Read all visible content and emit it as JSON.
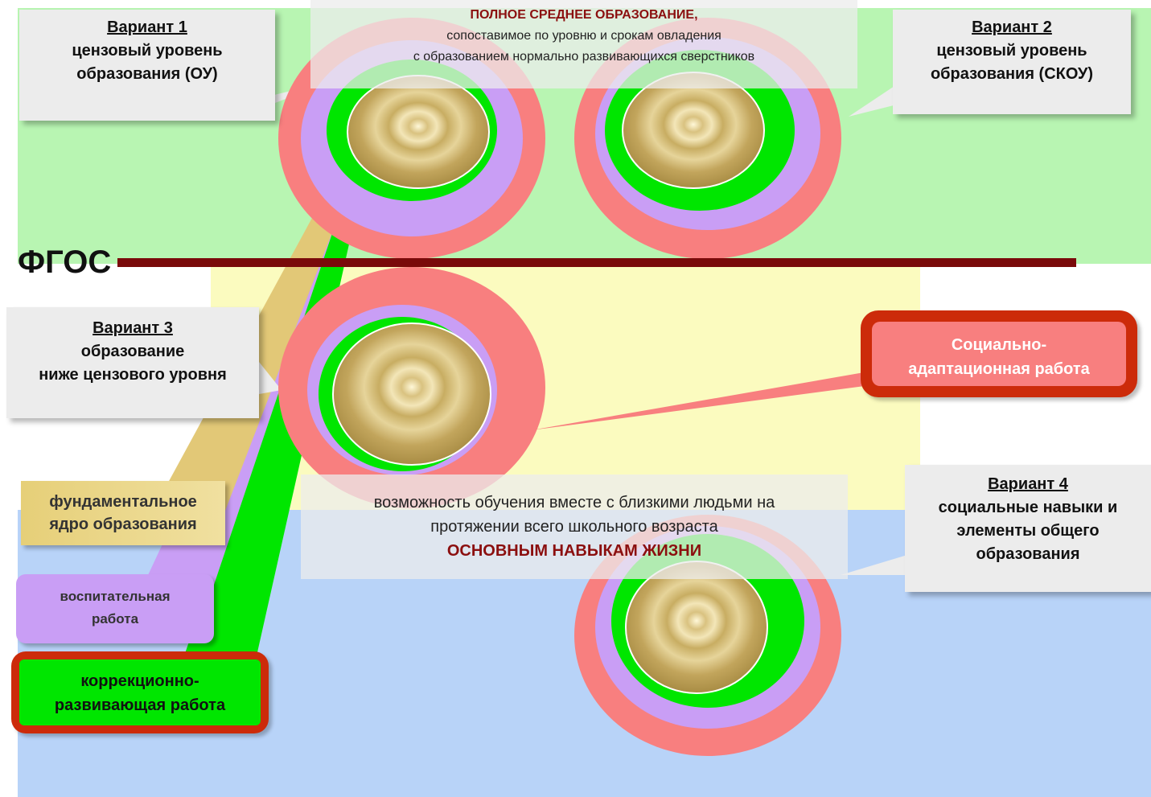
{
  "fgos_label": "ФГОС",
  "top_caption": {
    "headline": "ПОЛНОЕ СРЕДНЕЕ ОБРАЗОВАНИЕ,",
    "line1": "сопоставимое по уровню и срокам овладения",
    "line2": "с образованием нормально развивающихся сверстников"
  },
  "bottom_caption": {
    "line1": "возможность обучения вместе с близкими людьми  на",
    "line2": "протяжении всего школьного возраста",
    "headline": "ОСНОВНЫМ НАВЫКАМ ЖИЗНИ"
  },
  "variants": {
    "v1": {
      "title": "Вариант  1",
      "line1": "цензовый уровень",
      "line2": "образования (ОУ)"
    },
    "v2": {
      "title": "Вариант  2",
      "line1": "цензовый уровень",
      "line2": "образования (СКОУ)"
    },
    "v3": {
      "title": "Вариант  3",
      "line1": "образование",
      "line2": "ниже цензового уровня"
    },
    "v4": {
      "title": "Вариант  4",
      "line1": "социальные навыки и",
      "line2": "элементы общего",
      "line3": "образования"
    }
  },
  "legend": {
    "fundamental": {
      "line1": "фундаментальное",
      "line2": "ядро образования"
    },
    "educational": {
      "line1": "воспитательная",
      "line2": "работа"
    },
    "correction": {
      "line1": "коррекционно-",
      "line2": "развивающая работа"
    },
    "social": {
      "line1": "Социально-",
      "line2": "адаптационная работа"
    }
  },
  "colors": {
    "zone_green": "#b8f5b2",
    "zone_yellow": "#fbfbbf",
    "zone_blue": "#b8d3f8",
    "ring_red": "#f87f7f",
    "ring_purple": "#c99ef5",
    "ring_green": "#00e600",
    "core_gold": "#d8c27a",
    "fgos_line": "#7a0a0a",
    "accent_border": "#cc2b0a"
  }
}
